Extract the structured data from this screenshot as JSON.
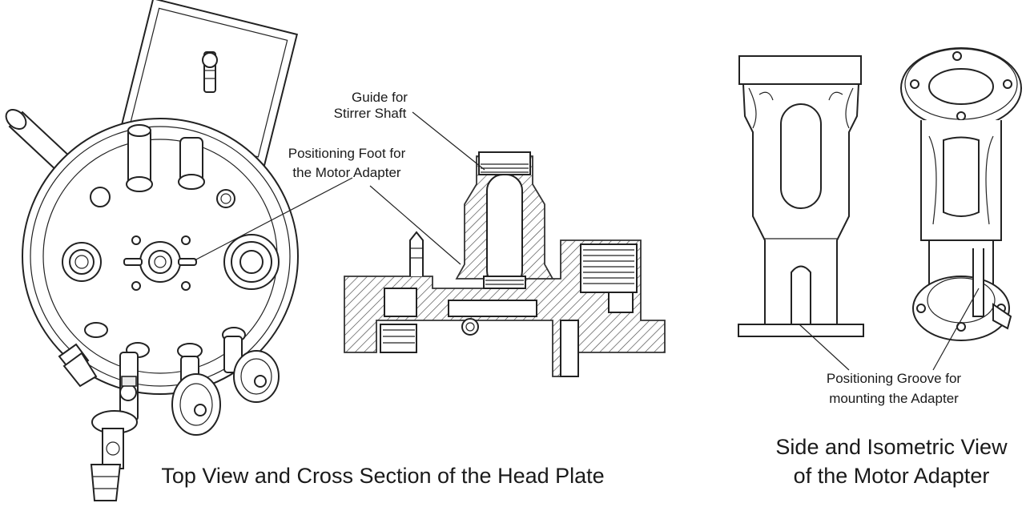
{
  "labels": {
    "guide_line1": "Guide for",
    "guide_line2": "Stirrer Shaft",
    "foot_line1": "Positioning Foot for",
    "foot_line2": "the Motor Adapter",
    "groove_line1": "Positioning Groove for",
    "groove_line2": "mounting the Adapter"
  },
  "captions": {
    "head_plate": "Top View and Cross Section of the Head Plate",
    "adapter_line1": "Side and Isometric View",
    "adapter_line2": "of the Motor Adapter"
  }
}
